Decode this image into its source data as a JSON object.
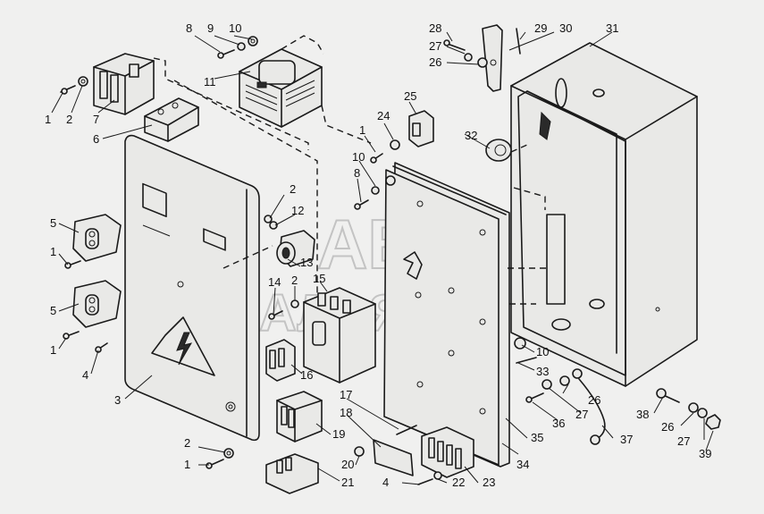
{
  "watermark": {
    "line1": "АВТО",
    "line2": "АЛЬЯНС"
  },
  "callouts": [
    {
      "id": "c-1a",
      "text": "1"
    },
    {
      "id": "c-2a",
      "text": "2"
    },
    {
      "id": "c-7",
      "text": "7"
    },
    {
      "id": "c-6",
      "text": "6"
    },
    {
      "id": "c-8a",
      "text": "8"
    },
    {
      "id": "c-9",
      "text": "9"
    },
    {
      "id": "c-10a",
      "text": "10"
    },
    {
      "id": "c-11",
      "text": "11"
    },
    {
      "id": "c-5a",
      "text": "5"
    },
    {
      "id": "c-1b",
      "text": "1"
    },
    {
      "id": "c-5b",
      "text": "5"
    },
    {
      "id": "c-1c",
      "text": "1"
    },
    {
      "id": "c-4a",
      "text": "4"
    },
    {
      "id": "c-3",
      "text": "3"
    },
    {
      "id": "c-2b",
      "text": "2"
    },
    {
      "id": "c-12",
      "text": "12"
    },
    {
      "id": "c-13",
      "text": "13"
    },
    {
      "id": "c-14",
      "text": "14"
    },
    {
      "id": "c-2c",
      "text": "2"
    },
    {
      "id": "c-15",
      "text": "15"
    },
    {
      "id": "c-16",
      "text": "16"
    },
    {
      "id": "c-1d",
      "text": "1"
    },
    {
      "id": "c-10b",
      "text": "10"
    },
    {
      "id": "c-8b",
      "text": "8"
    },
    {
      "id": "c-24",
      "text": "24"
    },
    {
      "id": "c-25",
      "text": "25"
    },
    {
      "id": "c-32",
      "text": "32"
    },
    {
      "id": "c-28",
      "text": "28"
    },
    {
      "id": "c-27a",
      "text": "27"
    },
    {
      "id": "c-26a",
      "text": "26"
    },
    {
      "id": "c-29",
      "text": "29"
    },
    {
      "id": "c-30",
      "text": "30"
    },
    {
      "id": "c-31",
      "text": "31"
    },
    {
      "id": "c-10c",
      "text": "10"
    },
    {
      "id": "c-33",
      "text": "33"
    },
    {
      "id": "c-26b",
      "text": "26"
    },
    {
      "id": "c-27b",
      "text": "27"
    },
    {
      "id": "c-36",
      "text": "36"
    },
    {
      "id": "c-37",
      "text": "37"
    },
    {
      "id": "c-38",
      "text": "38"
    },
    {
      "id": "c-26c",
      "text": "26"
    },
    {
      "id": "c-27c",
      "text": "27"
    },
    {
      "id": "c-39",
      "text": "39"
    },
    {
      "id": "c-17",
      "text": "17"
    },
    {
      "id": "c-18",
      "text": "18"
    },
    {
      "id": "c-19",
      "text": "19"
    },
    {
      "id": "c-20",
      "text": "20"
    },
    {
      "id": "c-21",
      "text": "21"
    },
    {
      "id": "c-2d",
      "text": "2"
    },
    {
      "id": "c-1e",
      "text": "1"
    },
    {
      "id": "c-4b",
      "text": "4"
    },
    {
      "id": "c-22",
      "text": "22"
    },
    {
      "id": "c-23",
      "text": "23"
    },
    {
      "id": "c-34",
      "text": "34"
    },
    {
      "id": "c-35",
      "text": "35"
    }
  ]
}
